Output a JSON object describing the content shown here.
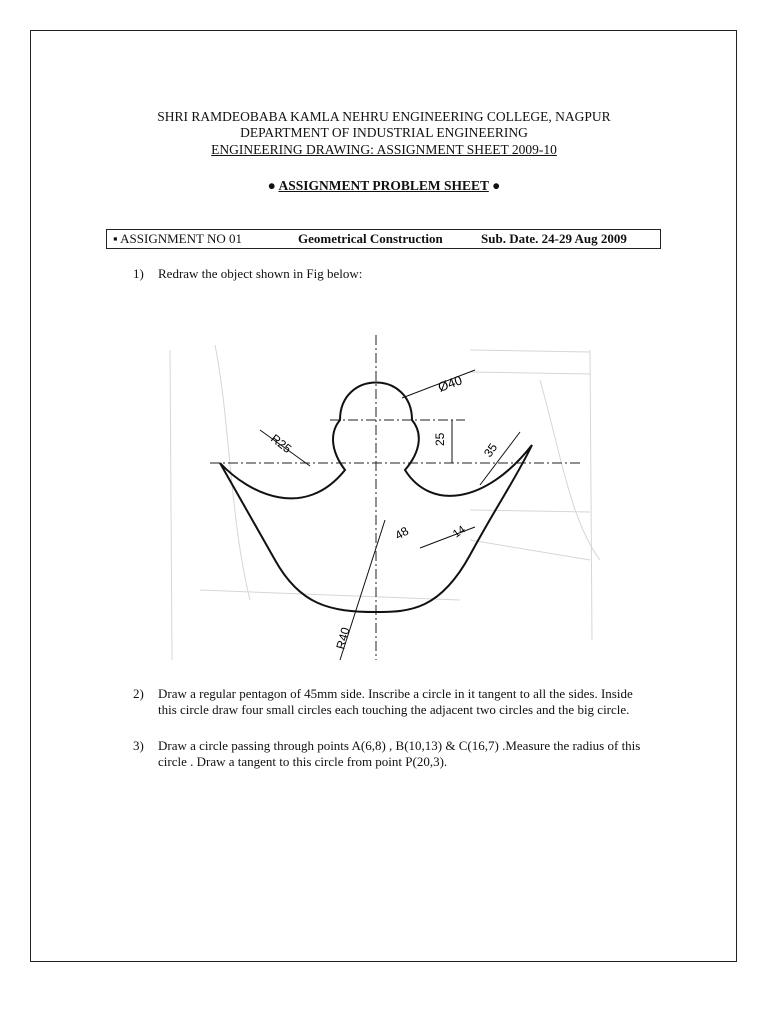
{
  "header": {
    "college": "SHRI RAMDEOBABA KAMLA NEHRU ENGINEERING COLLEGE, NAGPUR",
    "department": "DEPARTMENT OF INDUSTRIAL ENGINEERING",
    "sheet": "ENGINEERING DRAWING: ASSIGNMENT SHEET 2009-10"
  },
  "title": {
    "bullet_left": "●",
    "text": "ASSIGNMENT PROBLEM SHEET",
    "bullet_right": "●"
  },
  "assignment_bar": {
    "number": "▪ ASSIGNMENT  NO  01",
    "topic": "Geometrical Construction",
    "sub_date": "Sub. Date. 24-29 Aug 2009"
  },
  "questions": [
    {
      "num": "1)",
      "text": "Redraw the object  shown in Fig below:"
    },
    {
      "num": "2)",
      "text": "Draw a regular pentagon of 45mm side. Inscribe a circle in it tangent to all the sides. Inside this circle draw four small circles each touching the adjacent two circles and the big circle."
    },
    {
      "num": "3)",
      "text": "Draw a circle passing through points A(6,8) , B(10,13)  & C(16,7) .Measure the radius of this circle . Draw a tangent to this circle from point P(20,3)."
    }
  ],
  "figure": {
    "dimensions": {
      "diameter": "Ø40",
      "radius_left": "R25",
      "offset": "25",
      "width_right": "35",
      "distance": "48",
      "small": "14",
      "radius_bottom": "R40"
    }
  }
}
